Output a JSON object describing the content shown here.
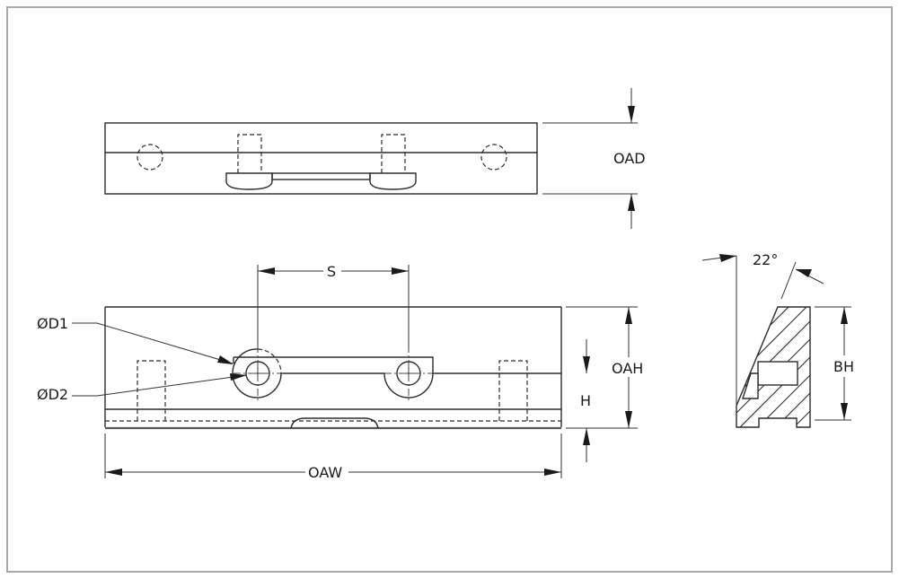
{
  "drawing": {
    "type": "technical-drawing",
    "subject": "clamp bar / jaw",
    "views": [
      "top-view",
      "front-view",
      "side-section-view"
    ],
    "dimension_labels": {
      "overall_depth": "OAD",
      "spacing": "S",
      "diameter_1": "ØD1",
      "diameter_2": "ØD2",
      "overall_height": "OAH",
      "height": "H",
      "overall_width": "OAW",
      "angle": "22°",
      "body_height": "BH"
    },
    "colors": {
      "line": "#2b2b2b",
      "frame": "#a8a8a8",
      "background": "#ffffff"
    }
  }
}
